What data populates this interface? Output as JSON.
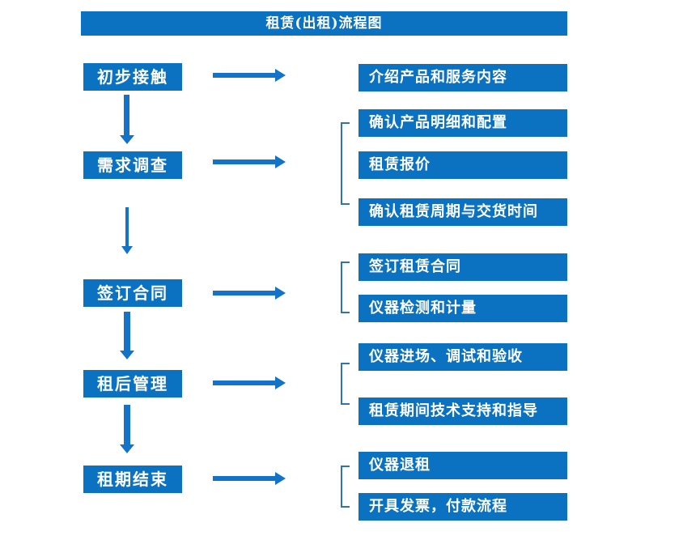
{
  "title": "租赁(出租)流程图",
  "colors": {
    "box_blue": "#0b72c1",
    "arrow_blue": "#1273c8",
    "bracket_blue": "#2e74b5",
    "text_white": "#ffffff"
  },
  "steps": [
    {
      "label": "初步接触",
      "details": [
        "介绍产品和服务内容"
      ]
    },
    {
      "label": "需求调查",
      "details": [
        "确认产品明细和配置",
        "租赁报价",
        "确认租赁周期与交货时间"
      ]
    },
    {
      "label": "签订合同",
      "details": [
        "签订租赁合同",
        "仪器检测和计量"
      ]
    },
    {
      "label": "租后管理",
      "details": [
        "仪器进场、调试和验收",
        "租赁期间技术支持和指导"
      ]
    },
    {
      "label": "租期结束",
      "details": [
        "仪器退租",
        "开具发票，付款流程"
      ]
    }
  ]
}
